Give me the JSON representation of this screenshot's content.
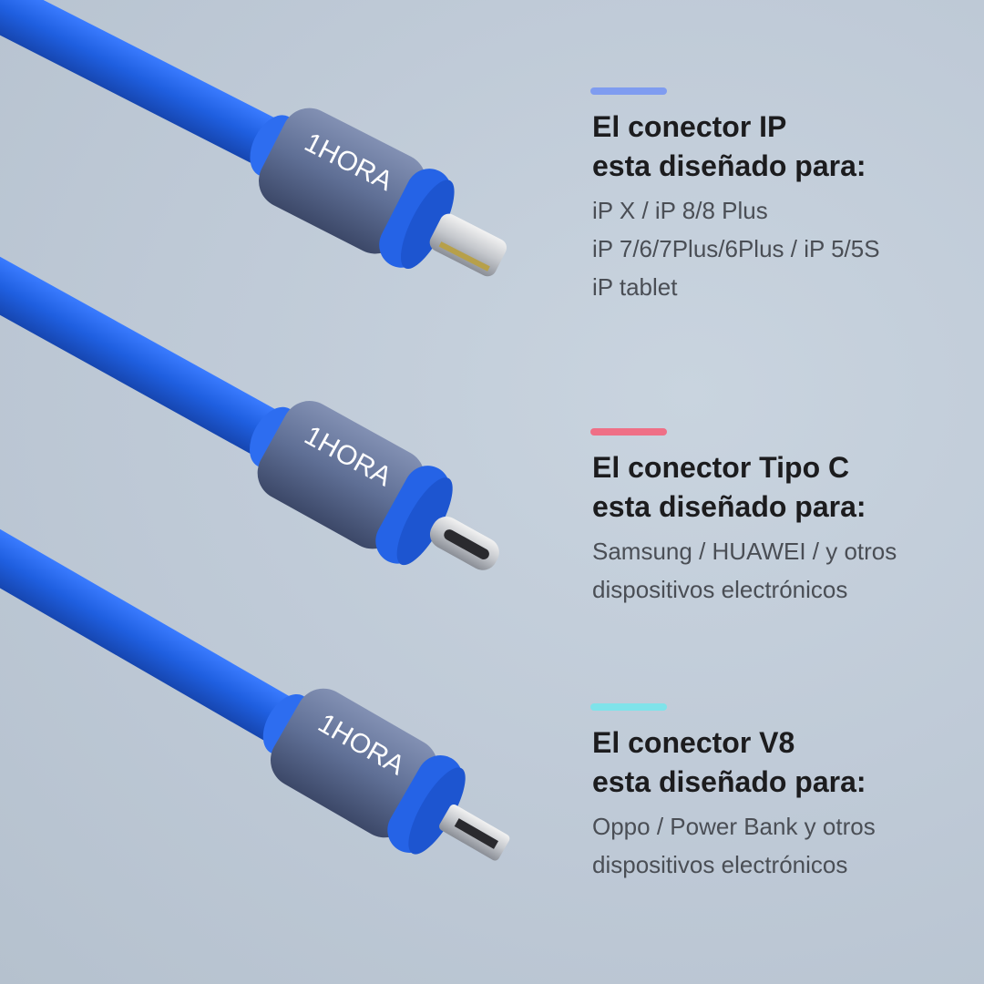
{
  "brand_logo_text": "1HORA",
  "colors": {
    "cable": "#1f5fe0",
    "housing": "#5f6f95",
    "background": "#c2cdd9"
  },
  "sections": [
    {
      "accent_color": "#7f9cf0",
      "title_line1": "El conector IP",
      "title_line2": "esta diseñado para:",
      "lines": [
        "iP X / iP 8/8 Plus",
        "iP 7/6/7Plus/6Plus / iP 5/5S",
        "iP tablet"
      ],
      "connector": "lightning"
    },
    {
      "accent_color": "#ef6f86",
      "title_line1": "El conector Tipo C",
      "title_line2": "esta diseñado para:",
      "lines": [
        "Samsung / HUAWEI / y otros",
        "dispositivos electrónicos"
      ],
      "connector": "usb-c"
    },
    {
      "accent_color": "#7fe3ea",
      "title_line1": "El conector V8",
      "title_line2": "esta diseñado para:",
      "lines": [
        "Oppo / Power Bank y otros",
        "dispositivos electrónicos"
      ],
      "connector": "micro-usb"
    }
  ]
}
